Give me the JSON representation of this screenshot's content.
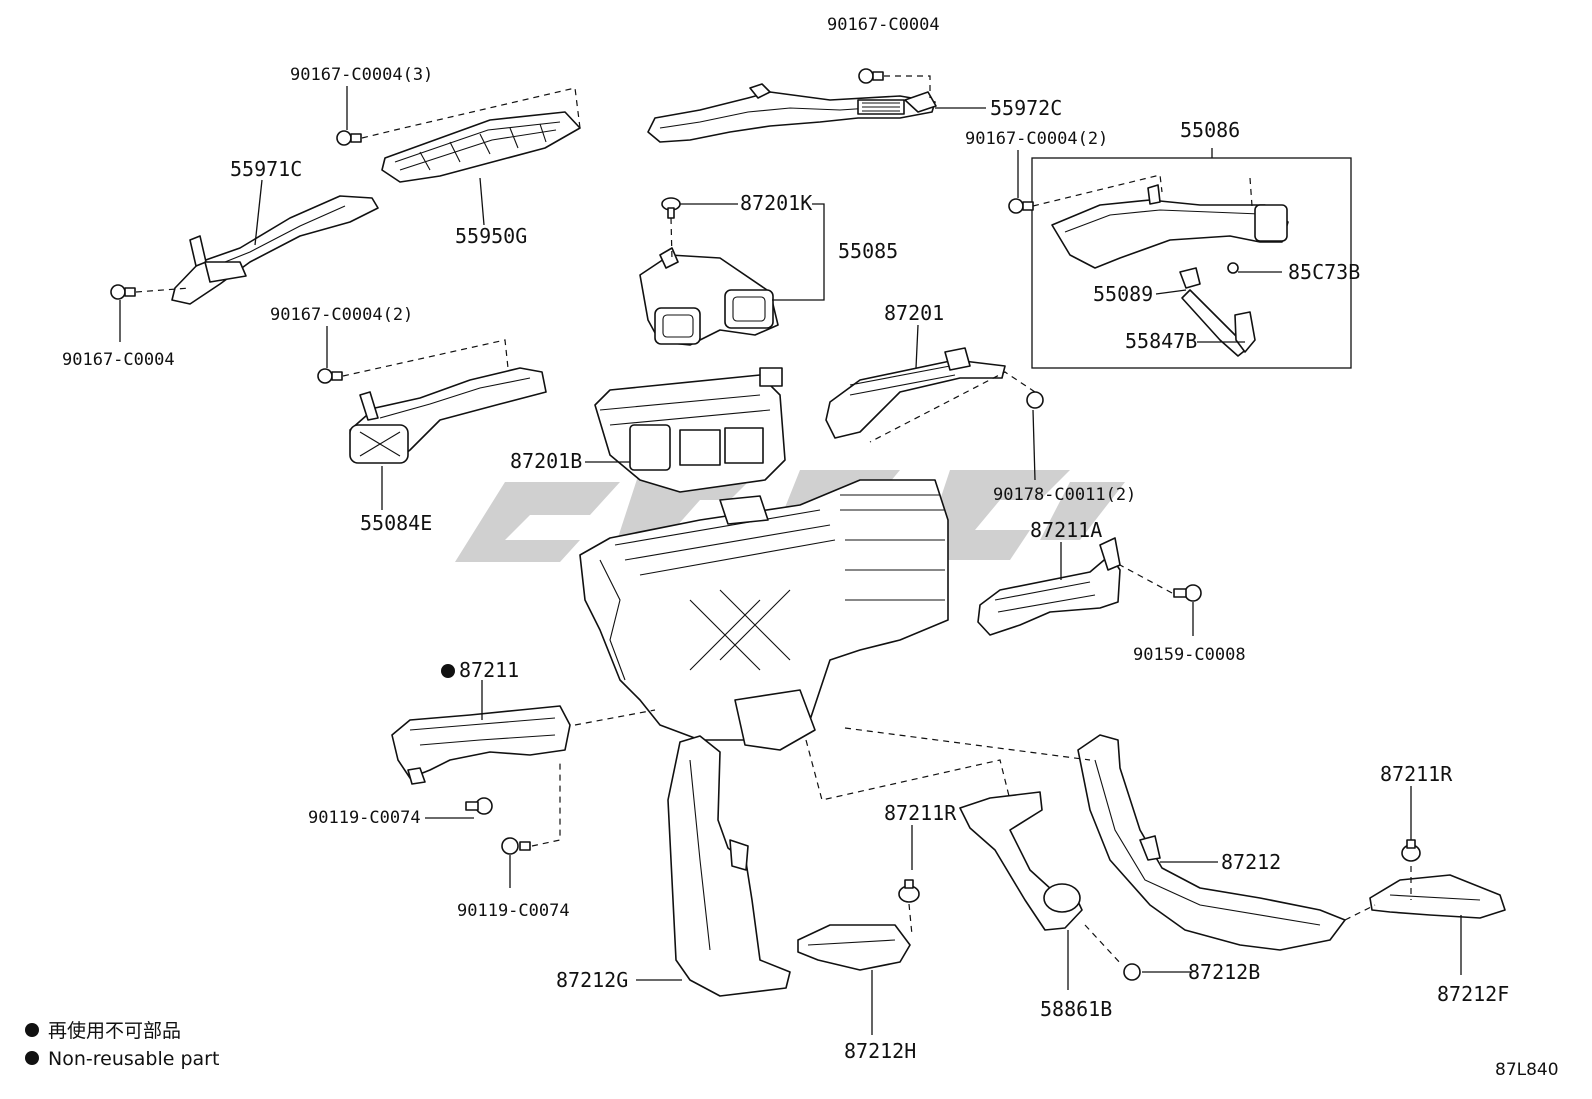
{
  "labels": {
    "p90167_c0004_top": "90167-C0004",
    "p55972c": "55972C",
    "p90167_c0004_3": "90167-C0004(3)",
    "p55971c": "55971C",
    "p55950g": "55950G",
    "p90167_c0004_left": "90167-C0004",
    "p87201k": "87201K",
    "p55085": "55085",
    "p55086": "55086",
    "p90167_c0004_2_right": "90167-C0004(2)",
    "p85c73b": "85C73B",
    "p55089": "55089",
    "p55847b": "55847B",
    "p90167_c0004_2_left": "90167-C0004(2)",
    "p87201": "87201",
    "p87201b": "87201B",
    "p55084e": "55084E",
    "p90178_c0011_2": "90178-C0011(2)",
    "p87211a": "87211A",
    "p90159_c0008": "90159-C0008",
    "p87211": "87211",
    "p90119_c0074_a": "90119-C0074",
    "p90119_c0074_b": "90119-C0074",
    "p87211r_mid": "87211R",
    "p87211r_right": "87211R",
    "p87212": "87212",
    "p87212g": "87212G",
    "p87212b": "87212B",
    "p58861b": "58861B",
    "p87212f": "87212F",
    "p87212h": "87212H"
  },
  "legend": {
    "line1": "再使用不可部品",
    "line2": "Non-reusable part"
  },
  "diagram_code": "87L840",
  "colors": {
    "line": "#111111",
    "watermark": "#d0d0d0"
  }
}
